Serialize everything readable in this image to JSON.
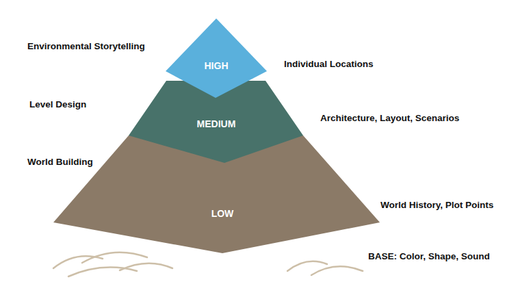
{
  "diagram": {
    "nodes": [
      {
        "text": [
          "HIGH"
        ]
      },
      {
        "text": [
          "MEDIUM"
        ]
      },
      {
        "text": [
          "LOW"
        ]
      }
    ],
    "labels": [
      "Environmental Storytelling",
      "Individual Locations",
      "Level Design",
      "Architecture, Layout, Scenarios",
      "World Building",
      "World History, Plot Points",
      "BASE: Color, Shape, Sound"
    ]
  }
}
